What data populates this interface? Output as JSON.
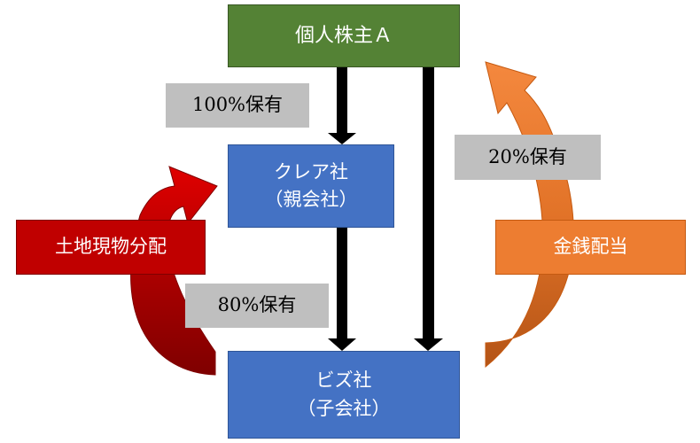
{
  "nodes": {
    "shareholder": "個人株主Ａ",
    "parent_line1": "クレア社",
    "parent_line2": "（親会社）",
    "subsidiary_line1": "ビズ社",
    "subsidiary_line2": "（子会社）"
  },
  "ownership": {
    "a_to_parent": "100%保有",
    "parent_to_sub": "80%保有",
    "a_to_sub": "20%保有"
  },
  "distributions": {
    "in_kind": "土地現物分配",
    "cash": "金銭配当"
  },
  "colors": {
    "shareholder": "#548235",
    "entity": "#4472c4",
    "ownership_label": "#bfbfbf",
    "in_kind_arrow": "#c00000",
    "cash_arrow": "#ed7d31"
  }
}
